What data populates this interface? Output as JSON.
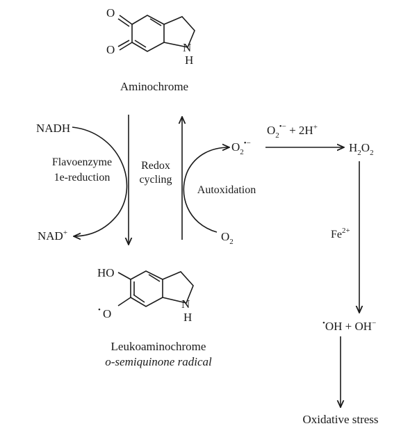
{
  "molecules": {
    "aminochrome": {
      "name": "Aminochrome",
      "atom_o1": "O",
      "atom_o2": "O",
      "atom_n": "N",
      "atom_h": "H"
    },
    "leukoaminochrome": {
      "name_line1": "Leukoaminochrome",
      "name_line2": "o-semiquinone radical",
      "atom_ho": "HO",
      "atom_radical": "•",
      "atom_o": "O",
      "atom_n": "N",
      "atom_h": "H"
    }
  },
  "labels": {
    "nadh": "NADH",
    "nad_plus": "NAD",
    "nad_plus_sup": "+",
    "flavoenzyme": "Flavoenzyme",
    "one_e_reduction": "1e-reduction",
    "redox": "Redox",
    "cycling": "cycling",
    "autoxidation": "Autoxidation",
    "o2": "O",
    "o2_sub": "2",
    "superoxide_base": "O",
    "superoxide_sub": "2",
    "superoxide_sup": "•−",
    "reaction_top_o": "O",
    "reaction_top_sub": "2",
    "reaction_top_sup": "•−",
    "reaction_top_rest": " + 2H",
    "reaction_top_rest_sup": "+",
    "h2o2_h": "H",
    "h2o2_sub1": "2",
    "h2o2_o": "O",
    "h2o2_sub2": "2",
    "fe": "Fe",
    "fe_sup": "2+",
    "hydroxyl_dot": "•",
    "hydroxyl_rest": "OH + OH",
    "hydroxyl_minus": "−",
    "oxidative_stress": "Oxidative stress"
  }
}
